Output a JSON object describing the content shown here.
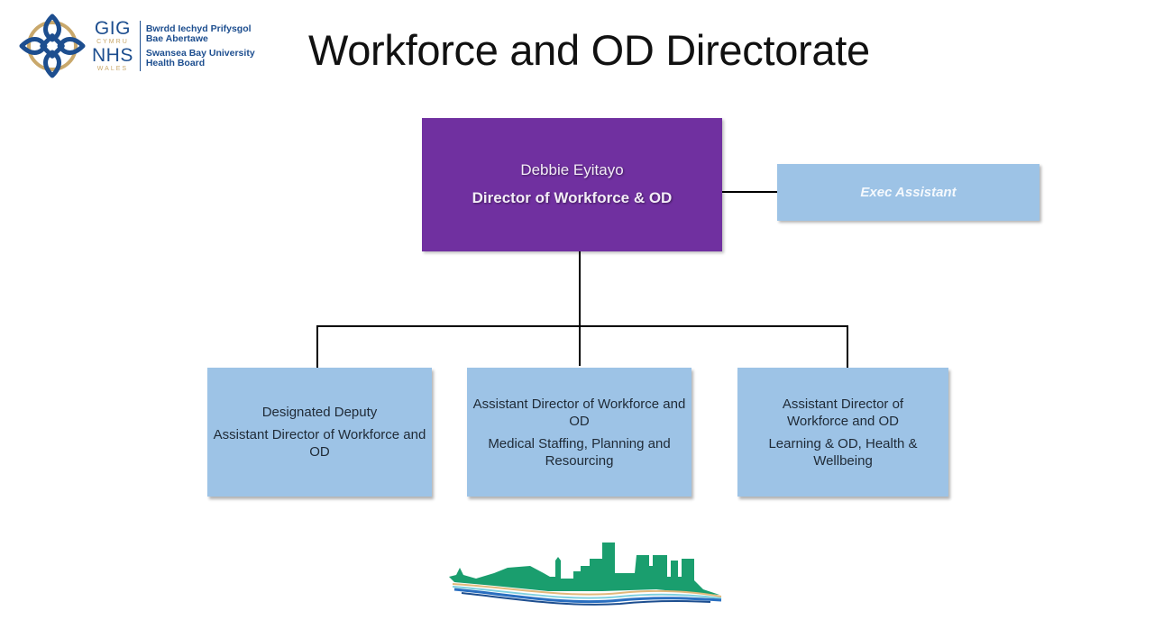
{
  "logo": {
    "gig": "GIG",
    "cymru": "CYMRU",
    "nhs": "NHS",
    "wales": "WALES",
    "welsh_name_line1": "Bwrdd Iechyd Prifysgol",
    "welsh_name_line2": "Bae Abertawe",
    "english_name_line1": "Swansea Bay University",
    "english_name_line2": "Health Board",
    "brand_color": "#1d4e8f",
    "accent_color": "#c9a86b"
  },
  "title": "Workforce and OD Directorate",
  "org_chart": {
    "director": {
      "name": "Debbie Eyitayo",
      "role": "Director of Workforce & OD",
      "color": "#7030a0"
    },
    "exec_assistant": {
      "label": "Exec Assistant",
      "color": "#9dc3e6"
    },
    "reports": [
      {
        "line1": "Designated Deputy",
        "line2": "Assistant Director of Workforce and OD"
      },
      {
        "line1": "Assistant Director of Workforce and OD",
        "line2": "Medical Staffing, Planning and Resourcing"
      },
      {
        "line1": "Assistant Director of Workforce and OD",
        "line2": "Learning & OD, Health & Wellbeing"
      }
    ]
  },
  "footer_logo": {
    "icon": "skyline-wave-logo",
    "green": "#1a9e6e",
    "blue": "#2a6fc0"
  }
}
